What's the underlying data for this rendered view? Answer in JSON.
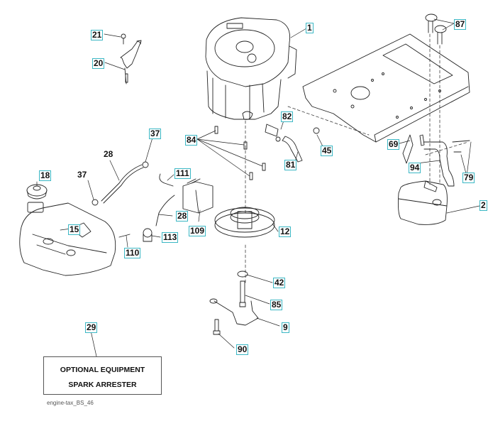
{
  "diagram": {
    "title": "Engine parts exploded view",
    "caption": "engine-tax_BS_46",
    "callout_color": "#3bb7c4",
    "note": {
      "line1": "OPTIONAL EQUIPMENT",
      "line2": "SPARK ARRESTER"
    },
    "labels": [
      {
        "id": "1",
        "part": "engine",
        "boxed": true
      },
      {
        "id": "2",
        "part": "muffler",
        "boxed": true
      },
      {
        "id": "9",
        "part": "bracket-rod",
        "boxed": true
      },
      {
        "id": "12",
        "part": "pulley",
        "boxed": true
      },
      {
        "id": "15",
        "part": "fuel-tank",
        "boxed": true
      },
      {
        "id": "18",
        "part": "fuel-cap",
        "boxed": true
      },
      {
        "id": "20",
        "part": "throttle-control",
        "boxed": true
      },
      {
        "id": "21",
        "part": "screw",
        "boxed": true
      },
      {
        "id": "28a",
        "text": "28",
        "part": "fuel-hose-upper",
        "boxed": false
      },
      {
        "id": "28b",
        "text": "28",
        "part": "fuel-hose-lower",
        "boxed": true
      },
      {
        "id": "29",
        "part": "spark-arrester",
        "boxed": true
      },
      {
        "id": "37a",
        "text": "37",
        "part": "hose-clamp-right",
        "boxed": true
      },
      {
        "id": "37b",
        "text": "37",
        "part": "hose-clamp-left",
        "boxed": false
      },
      {
        "id": "42",
        "part": "washer",
        "boxed": true
      },
      {
        "id": "45",
        "part": "nut",
        "boxed": true
      },
      {
        "id": "69",
        "part": "gasket",
        "boxed": true
      },
      {
        "id": "79",
        "part": "bolts",
        "boxed": true
      },
      {
        "id": "81",
        "part": "drain-hose",
        "boxed": true
      },
      {
        "id": "82",
        "part": "drain-valve",
        "boxed": true
      },
      {
        "id": "84",
        "part": "engine-bolts",
        "boxed": true
      },
      {
        "id": "85",
        "part": "bolt",
        "boxed": true
      },
      {
        "id": "87",
        "part": "knob-bolts",
        "boxed": true
      },
      {
        "id": "90",
        "part": "screw",
        "boxed": true
      },
      {
        "id": "94",
        "part": "exhaust-pipe",
        "boxed": true
      },
      {
        "id": "109",
        "part": "fuel-filter-box",
        "boxed": true
      },
      {
        "id": "110",
        "part": "connector",
        "boxed": true
      },
      {
        "id": "111",
        "part": "hose",
        "boxed": true
      },
      {
        "id": "113",
        "part": "fuel-valve",
        "boxed": true
      }
    ]
  }
}
